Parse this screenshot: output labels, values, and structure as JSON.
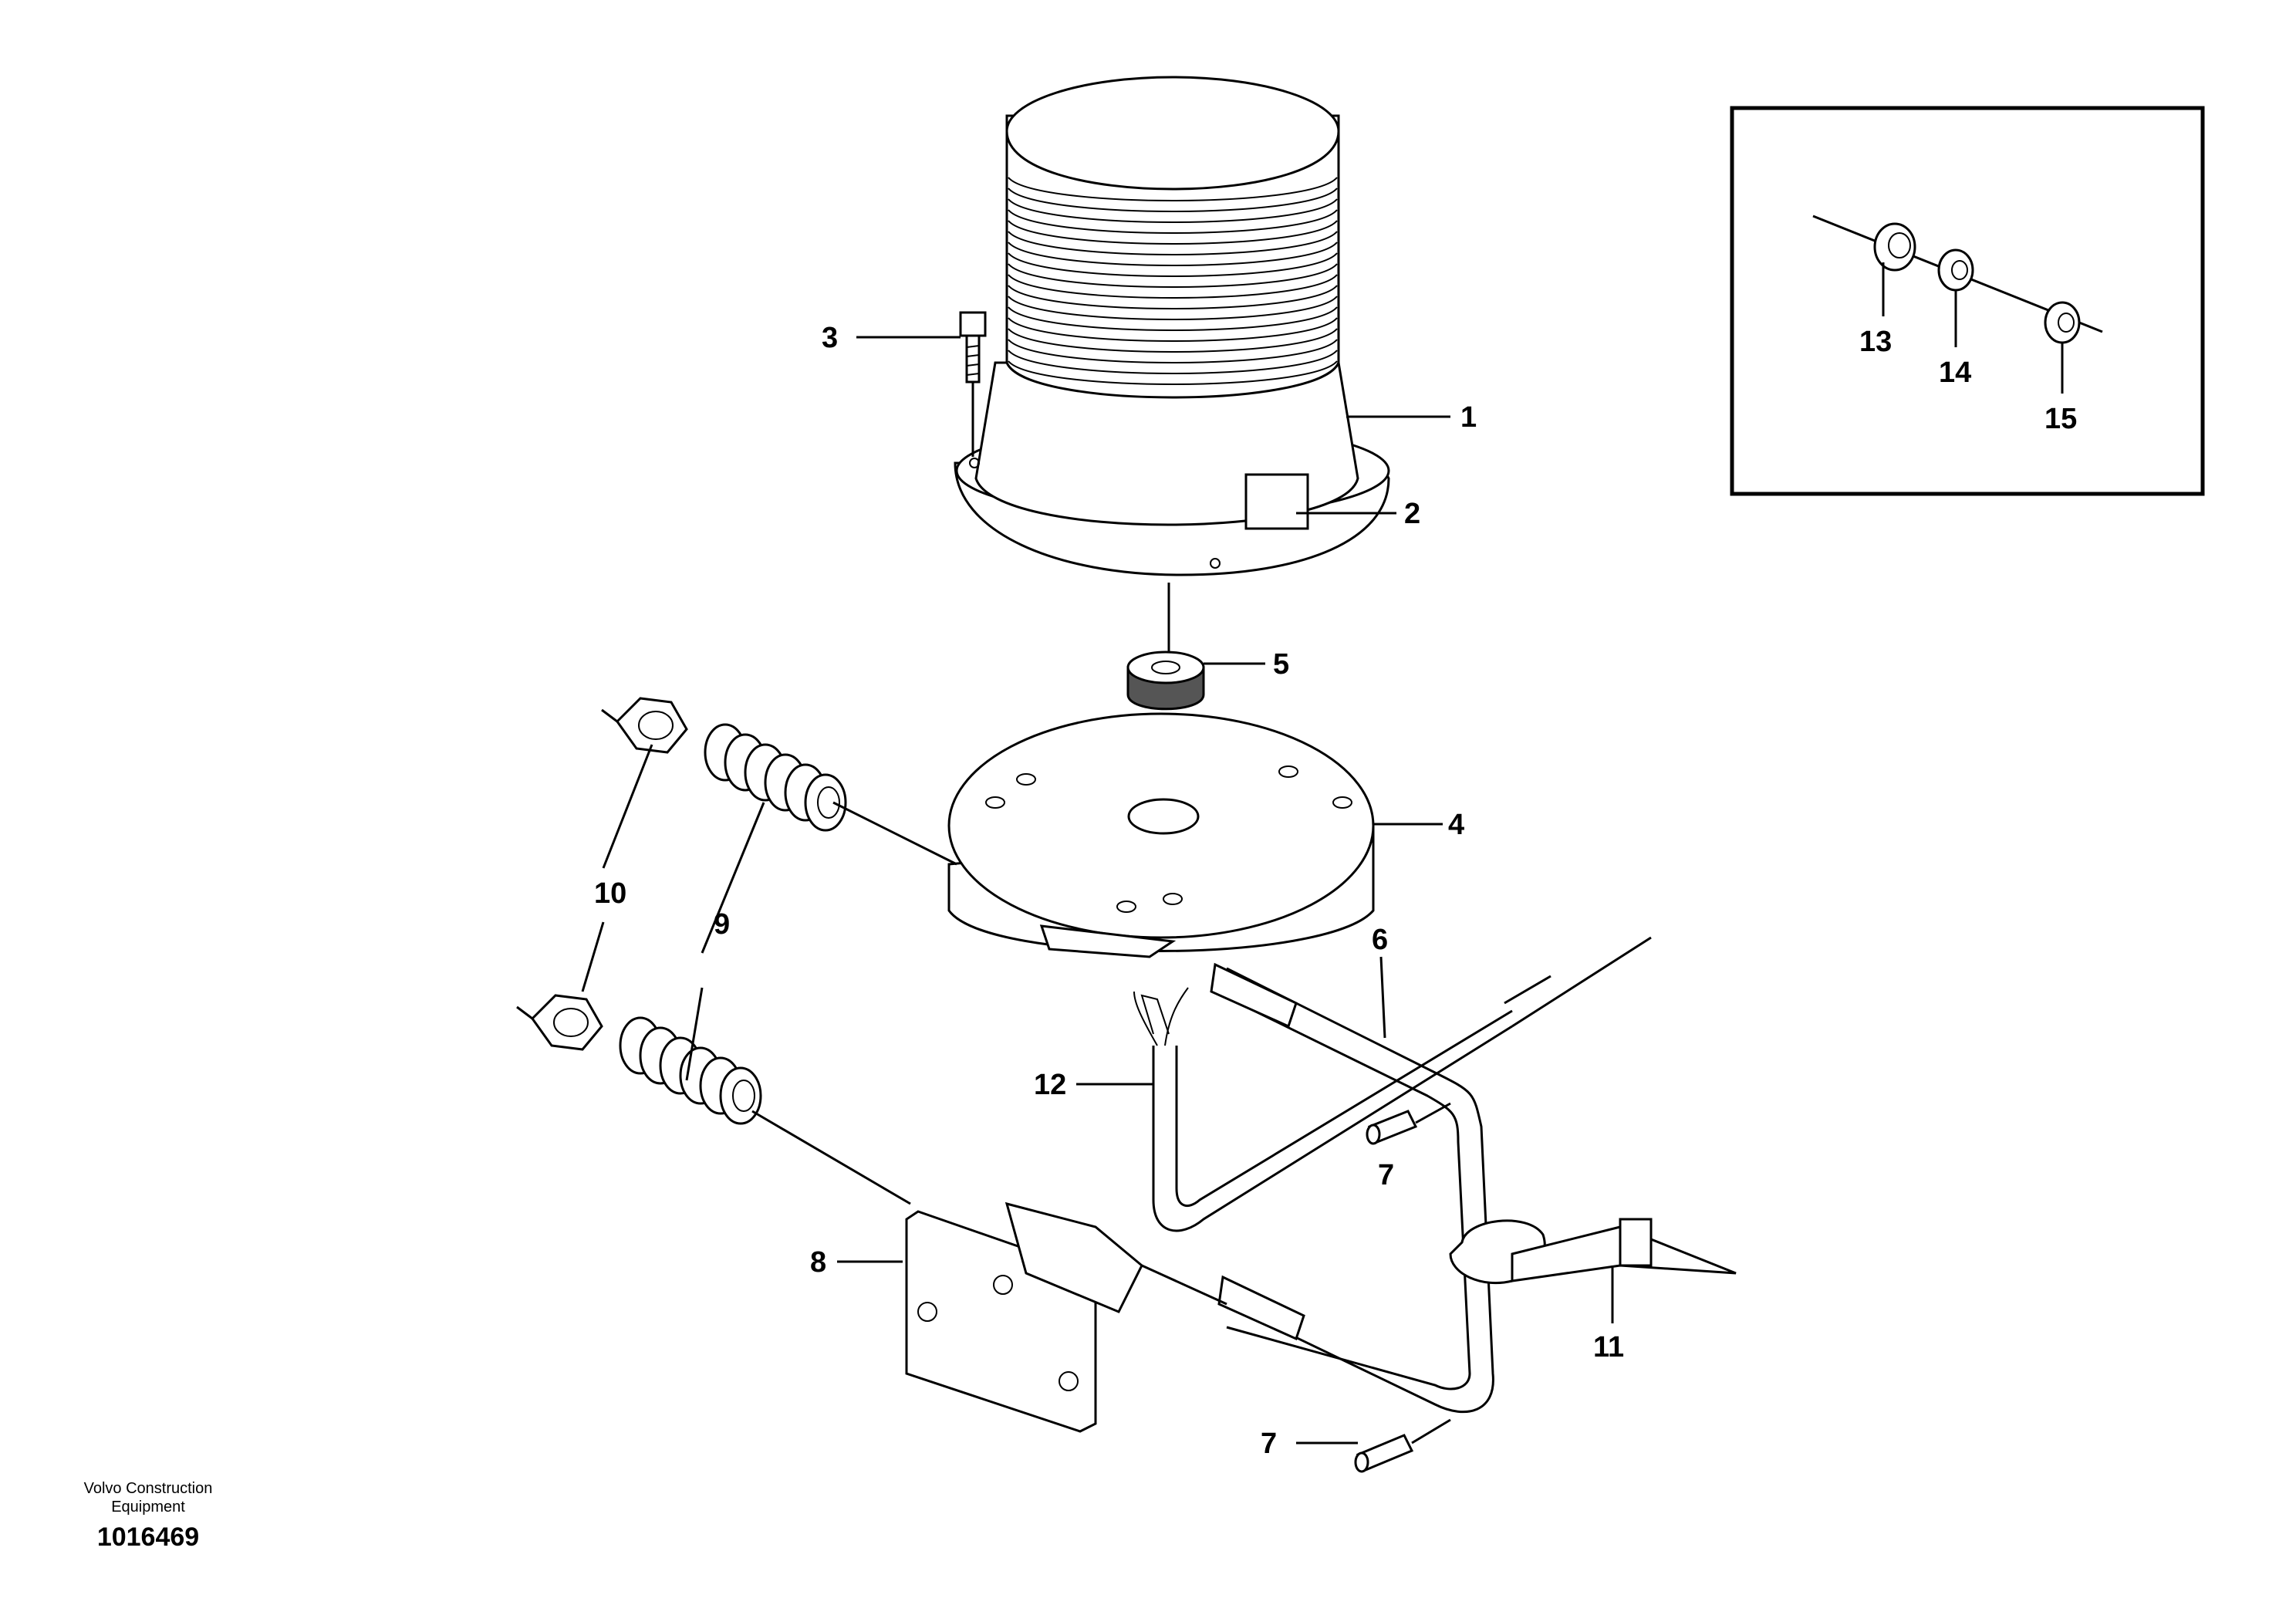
{
  "callouts": [
    "1",
    "2",
    "3",
    "4",
    "5",
    "6",
    "7",
    "7",
    "8",
    "9",
    "10",
    "11",
    "12",
    "13",
    "14",
    "15"
  ],
  "footer": {
    "company_line1": "Volvo Construction",
    "company_line2": "Equipment",
    "drawing_number": "1016469"
  },
  "colors": {
    "line": "#000000",
    "background": "#ffffff"
  }
}
